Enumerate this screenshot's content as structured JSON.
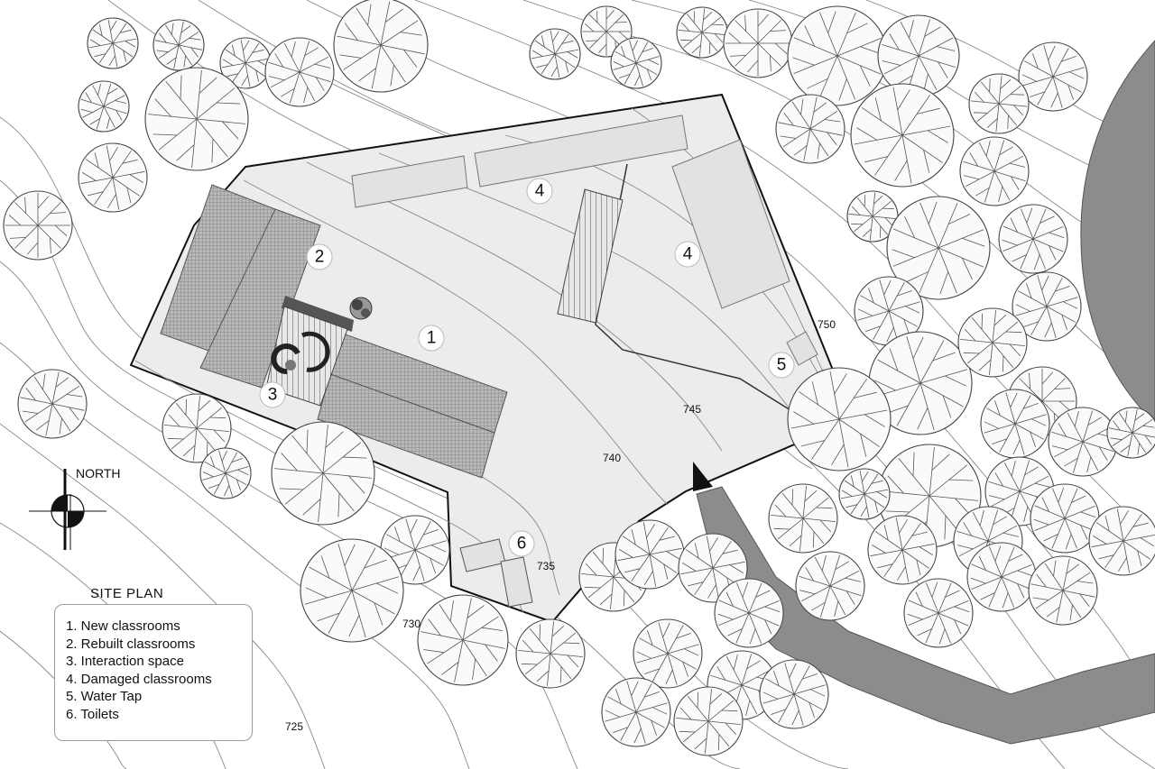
{
  "title": "SITE PLAN",
  "north_label": "NORTH",
  "legend": [
    "1. New classrooms",
    "2. Rebuilt classrooms",
    "3. Interaction space",
    "4. Damaged classrooms",
    "5. Water Tap",
    "6. Toilets"
  ],
  "markers": [
    "1",
    "2",
    "3",
    "4",
    "4",
    "5",
    "6"
  ],
  "elevations": [
    "750",
    "745",
    "740",
    "735",
    "730",
    "725"
  ],
  "colors": {
    "site_fill": "#ececec",
    "building_fill": "#e2e2e2",
    "roof_hatch": "#8a8a8a",
    "road": "#8c8c8c",
    "tree_outline": "#444444"
  }
}
